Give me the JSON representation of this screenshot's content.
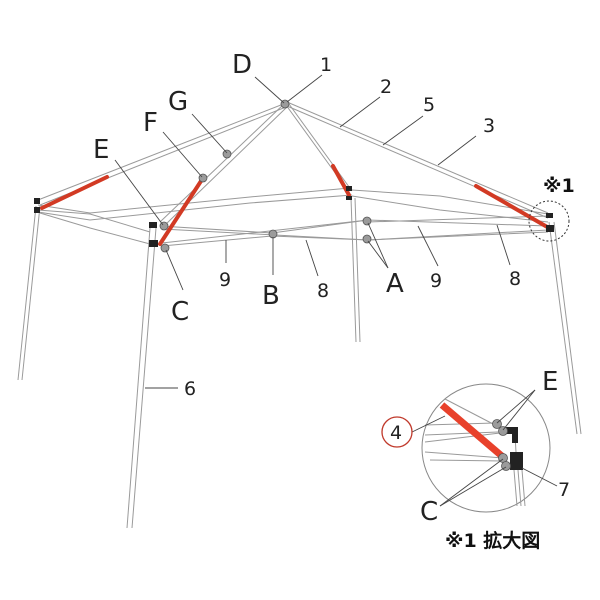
{
  "diagram": {
    "subject": "pop-up canopy tent frame parts diagram",
    "colors": {
      "frame": "#9a9a9a",
      "highlight_strut": "#d23a24",
      "joint": "#9b9b9b",
      "bracket": "#222222",
      "text": "#222222"
    },
    "letter_labels": {
      "A": "A",
      "B": "B",
      "C": "C",
      "D": "D",
      "E": "E",
      "F": "F",
      "G": "G"
    },
    "number_labels": {
      "n1": "1",
      "n2": "2",
      "n3": "3",
      "n5": "5",
      "n6": "6",
      "n8a": "8",
      "n8b": "8",
      "n9a": "9",
      "n9b": "9"
    },
    "callout_marker": "※1",
    "inset": {
      "title": "※1 拡大図",
      "labels": {
        "E": "E",
        "C": "C",
        "n4": "4",
        "n7": "7"
      },
      "circled_label_color": "#c0392b"
    }
  }
}
